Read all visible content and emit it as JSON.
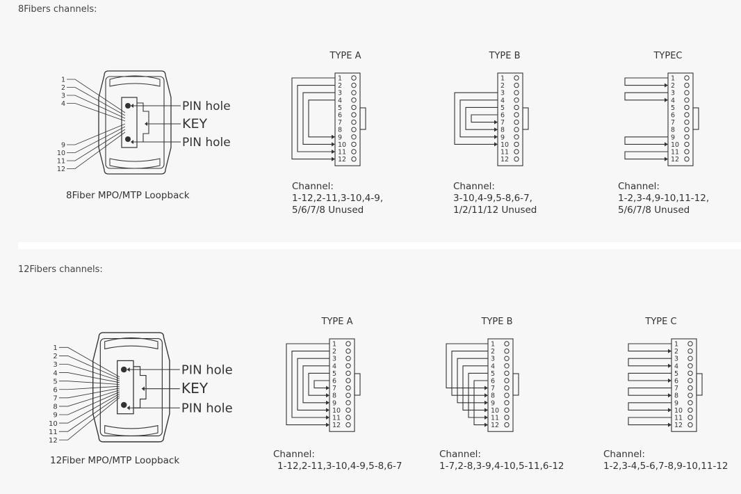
{
  "colors": {
    "line": "#333333",
    "background": "#f7f7f7",
    "divider": "#ffffff"
  },
  "sections": [
    {
      "title": "8Fibers channels:",
      "connector": {
        "caption": "8Fiber MPO/MTP Loopback",
        "pin_labels": [
          "PIN hole",
          "KEY",
          "PIN hole"
        ],
        "fiber_numbers_top": [
          "1",
          "2",
          "3",
          "4"
        ],
        "fiber_numbers_bottom": [
          "9",
          "10",
          "11",
          "12"
        ]
      },
      "types": [
        {
          "title": "TYPE A",
          "channel_label": "Channel:",
          "lines": [
            "1-12,2-11,3-10,4-9,",
            "5/6/7/8 Unused"
          ],
          "pairs": [
            [
              1,
              12
            ],
            [
              2,
              11
            ],
            [
              3,
              10
            ],
            [
              4,
              9
            ]
          ],
          "style": "nested"
        },
        {
          "title": "TYPE B",
          "channel_label": "Channel:",
          "lines": [
            "3-10,4-9,5-8,6-7,",
            "1/2/11/12 Unused"
          ],
          "pairs": [
            [
              3,
              10
            ],
            [
              4,
              9
            ],
            [
              5,
              8
            ],
            [
              6,
              7
            ]
          ],
          "style": "nested"
        },
        {
          "title": "TYPEC",
          "channel_label": "Channel:",
          "lines": [
            "1-2,3-4,9-10,11-12,",
            "5/6/7/8 Unused"
          ],
          "pairs": [
            [
              1,
              2
            ],
            [
              3,
              4
            ],
            [
              9,
              10
            ],
            [
              11,
              12
            ]
          ],
          "style": "adjacent"
        }
      ]
    },
    {
      "title": "12Fibers channels:",
      "connector": {
        "caption": "12Fiber MPO/MTP Loopback",
        "pin_labels": [
          "PIN hole",
          "KEY",
          "PIN hole"
        ],
        "fiber_numbers_top": [
          "1",
          "2",
          "3",
          "4",
          "5",
          "6"
        ],
        "fiber_numbers_bottom": [
          "7",
          "8",
          "9",
          "10",
          "11",
          "12"
        ]
      },
      "types": [
        {
          "title": "TYPE A",
          "channel_label": "Channel:",
          "lines": [
            "1-12,2-11,3-10,4-9,5-8,6-7"
          ],
          "pairs": [
            [
              1,
              12
            ],
            [
              2,
              11
            ],
            [
              3,
              10
            ],
            [
              4,
              9
            ],
            [
              5,
              8
            ],
            [
              6,
              7
            ]
          ],
          "style": "nested"
        },
        {
          "title": "TYPE B",
          "channel_label": "Channel:",
          "lines": [
            "1-7,2-8,3-9,4-10,5-11,6-12"
          ],
          "pairs": [
            [
              1,
              7
            ],
            [
              2,
              8
            ],
            [
              3,
              9
            ],
            [
              4,
              10
            ],
            [
              5,
              11
            ],
            [
              6,
              12
            ]
          ],
          "style": "staggered"
        },
        {
          "title": "TYPE C",
          "channel_label": "Channel:",
          "lines": [
            "1-2,3-4,5-6,7-8,9-10,11-12"
          ],
          "pairs": [
            [
              1,
              2
            ],
            [
              3,
              4
            ],
            [
              5,
              6
            ],
            [
              7,
              8
            ],
            [
              9,
              10
            ],
            [
              11,
              12
            ]
          ],
          "style": "adjacent"
        }
      ]
    }
  ],
  "port_labels": [
    "1",
    "2",
    "3",
    "4",
    "5",
    "6",
    "7",
    "8",
    "9",
    "10",
    "11",
    "12"
  ]
}
